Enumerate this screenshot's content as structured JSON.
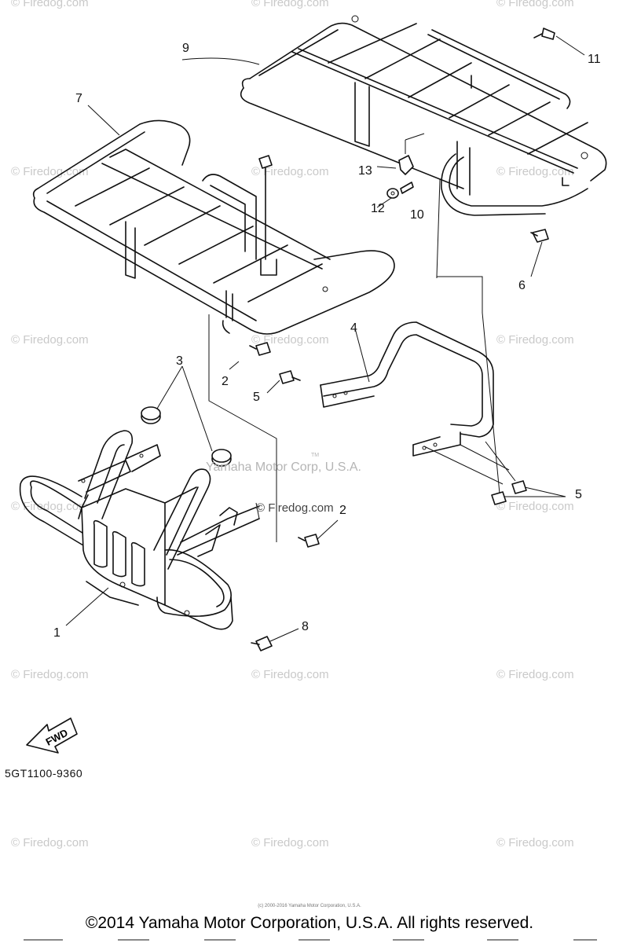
{
  "watermark_text": "© Firedog.com",
  "center_watermark": "Yamaha Motor Corp, U.S.A.",
  "center_watermark_tm": "TM",
  "center_firedog": "© Firedog.com",
  "part_code": "5GT1100-9360",
  "fwd_label": "FWD",
  "copyright": "©2014 Yamaha Motor Corporation, U.S.A. All rights reserved.",
  "tiny_copyright": "(c) 2000-2016 Yamaha Motor Corporation, U.S.A.",
  "callouts": {
    "c1": "1",
    "c2a": "2",
    "c2b": "2",
    "c3": "3",
    "c4": "4",
    "c5a": "5",
    "c5b": "5",
    "c6": "6",
    "c7": "7",
    "c8": "8",
    "c9": "9",
    "c10": "10",
    "c11": "11",
    "c12": "12",
    "c13": "13"
  }
}
